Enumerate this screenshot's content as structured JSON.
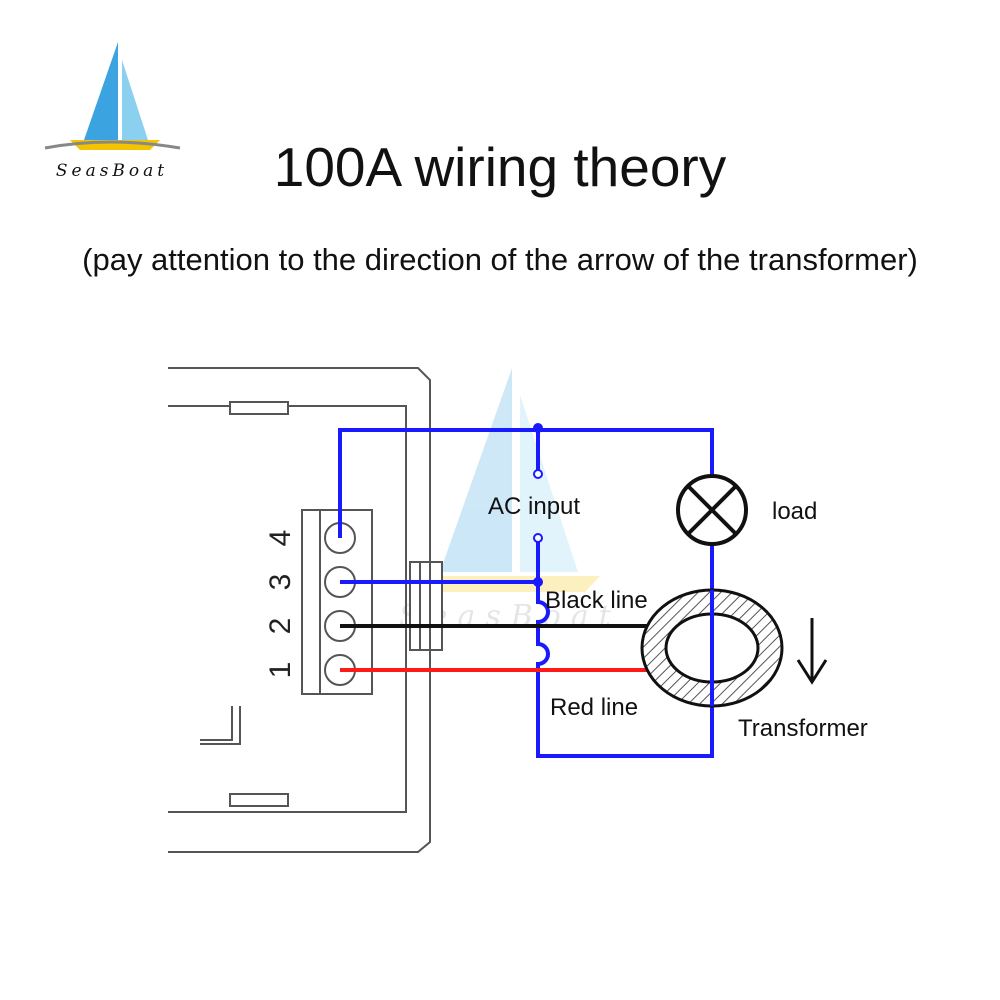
{
  "title": "100A wiring theory",
  "subtitle": "(pay attention to the direction of the arrow of the transformer)",
  "logo": {
    "brand": "SeasBoat",
    "icon": "sailboat-logo-icon"
  },
  "watermark": {
    "brand": "SeasBoat",
    "icon": "sailboat-watermark-icon"
  },
  "diagram": {
    "terminal_numbers": [
      "1",
      "2",
      "3",
      "4"
    ],
    "labels": {
      "ac_input": "AC input",
      "load": "load",
      "black_line": "Black line",
      "red_line": "Red line",
      "transformer": "Transformer"
    },
    "icons": {
      "load": "lamp-load-icon",
      "transformer": "current-transformer-icon",
      "direction": "arrow-down-icon"
    }
  },
  "colors": {
    "blue_wire": "#1a1aff",
    "black_wire": "#111111",
    "red_wire": "#ff1a1a",
    "sail_blue": "#3aa3e0",
    "hull_yellow": "#f5c400"
  }
}
